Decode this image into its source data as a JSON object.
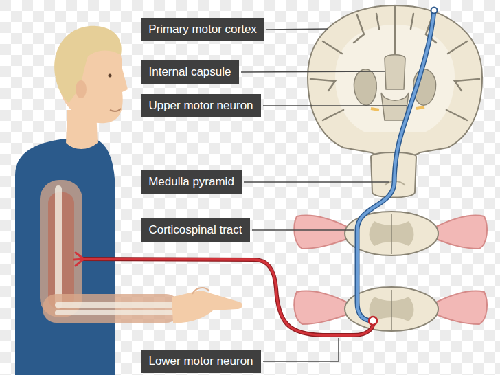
{
  "diagram": {
    "nodes": [
      {
        "text": [
          "Primary motor cortex"
        ]
      },
      {
        "text": [
          "Internal capsule"
        ]
      },
      {
        "text": [
          "Upper motor neuron"
        ]
      },
      {
        "text": [
          "Medulla pyramid"
        ]
      },
      {
        "text": [
          "Corticospinal tract"
        ]
      },
      {
        "text": [
          "Lower motor neuron"
        ]
      }
    ]
  }
}
